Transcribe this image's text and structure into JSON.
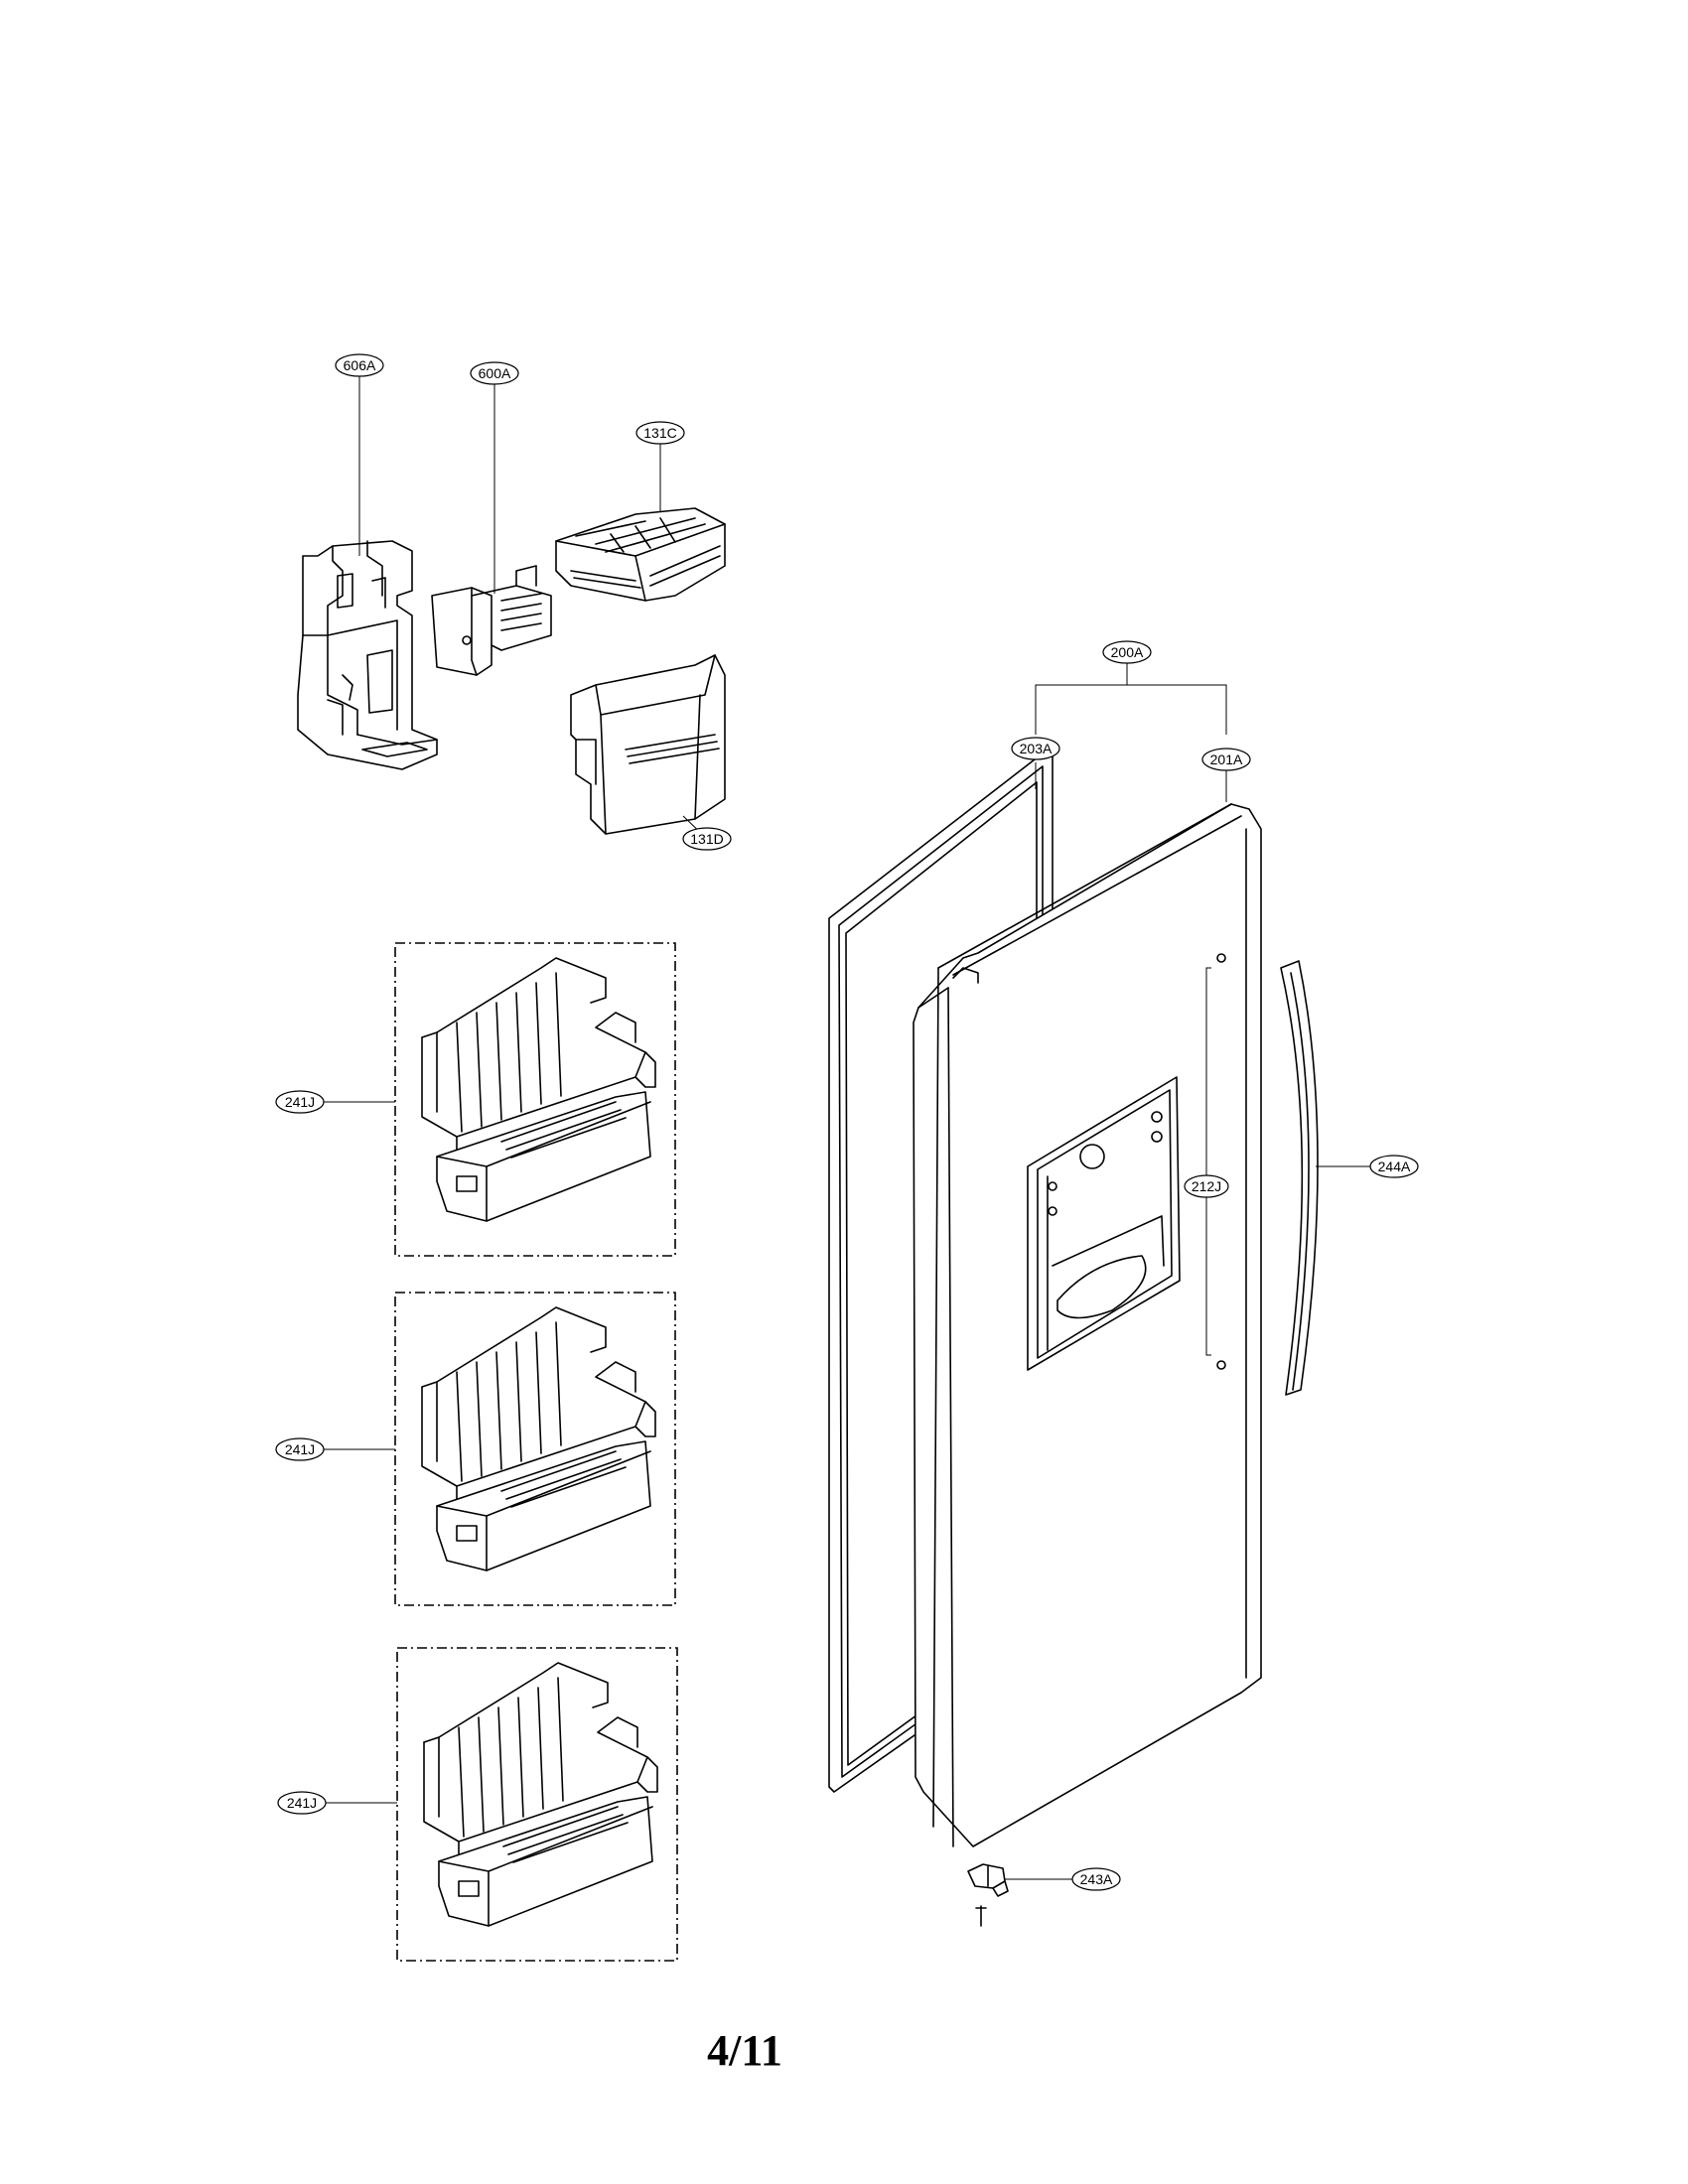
{
  "diagram": {
    "callouts": {
      "c606A": "606A",
      "c600A": "600A",
      "c131C": "131C",
      "c131D": "131D",
      "c200A": "200A",
      "c203A": "203A",
      "c201A": "201A",
      "c241J_1": "241J",
      "c241J_2": "241J",
      "c241J_3": "241J",
      "c244A": "244A",
      "c212J": "212J",
      "c243A": "243A"
    }
  },
  "footer": {
    "page_number": "4/11"
  }
}
